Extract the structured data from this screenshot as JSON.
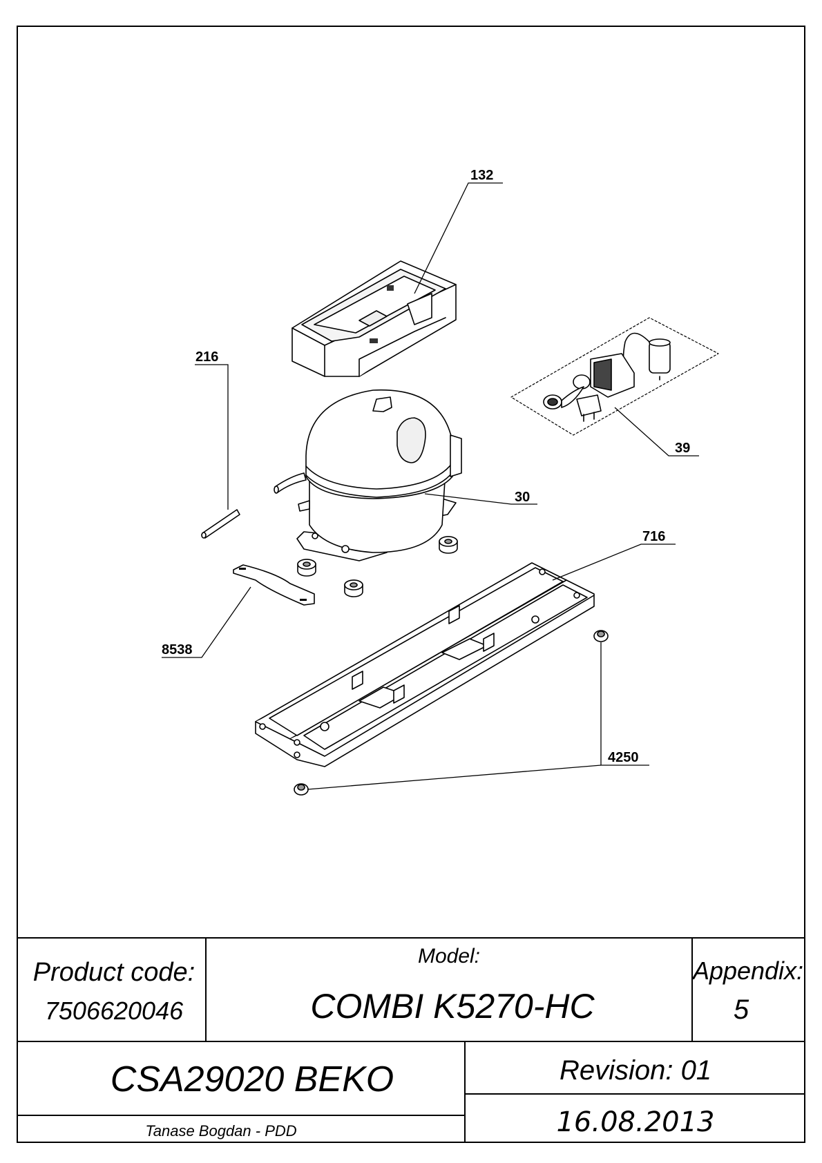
{
  "drawing": {
    "callouts": {
      "c132": "132",
      "c216": "216",
      "c39": "39",
      "c30": "30",
      "c716": "716",
      "c8538": "8538",
      "c4250": "4250"
    }
  },
  "title_block": {
    "product_code_label": "Product code:",
    "product_code": "7506620046",
    "model_label": "Model:",
    "model": "COMBI K5270-HC",
    "appendix_label": "Appendix:",
    "appendix": "5",
    "drawing_name": "CSA29020 BEKO",
    "revision": "Revision: 01",
    "author": "Tanase Bogdan - PDD",
    "date": "16.08.2013"
  }
}
